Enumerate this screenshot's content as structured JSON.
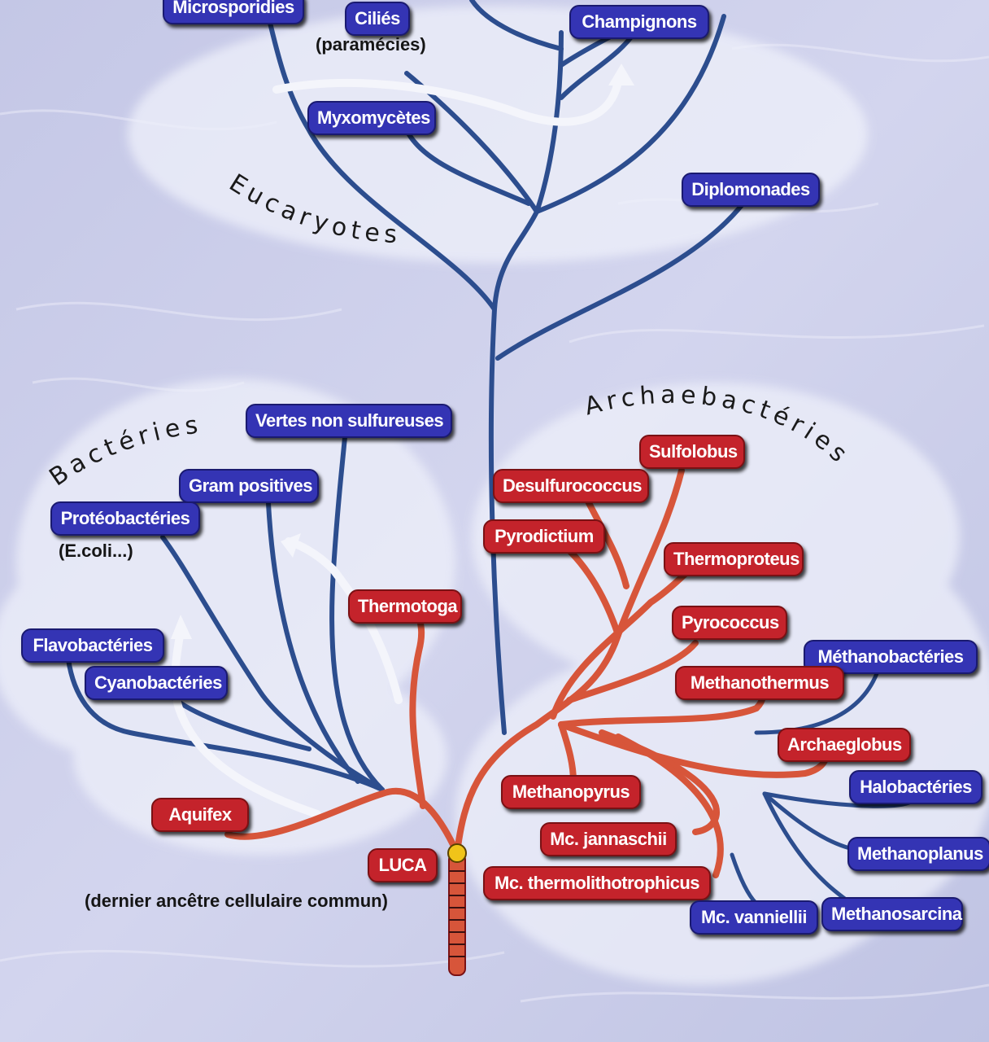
{
  "groups": {
    "eucaryotes": "Eucaryotes",
    "bacteries": "Bactéries",
    "archaebacteries": "Archaebactéries"
  },
  "eucaryotes": {
    "microsporidies": "Microsporidies",
    "cilies": "Ciliés",
    "cilies_note": "(paramécies)",
    "champignons": "Champignons",
    "myxomycetes": "Myxomycètes",
    "diplomonades": "Diplomonades"
  },
  "bacteries": {
    "vertes_non_sulfureuses": "Vertes non sulfureuses",
    "gram_positives": "Gram positives",
    "proteobacteries": "Protéobactéries",
    "proteobacteries_note": "(E.coli...)",
    "thermotoga": "Thermotoga",
    "flavobacteries": "Flavobactéries",
    "cyanobacteries": "Cyanobactéries",
    "aquifex": "Aquifex"
  },
  "root": {
    "luca": "LUCA",
    "luca_note": "(dernier ancêtre cellulaire commun)"
  },
  "archaebacteries": {
    "sulfolobus": "Sulfolobus",
    "desulfurococcus": "Desulfurococcus",
    "pyrodictium": "Pyrodictium",
    "thermoproteus": "Thermoproteus",
    "pyrococcus": "Pyrococcus",
    "methanobacteries": "Méthanobactéries",
    "methanothermus": "Methanothermus",
    "archaeglobus": "Archaeglobus",
    "halobacteries": "Halobactéries",
    "methanopyrus": "Methanopyrus",
    "mc_jannaschii": "Mc. jannaschii",
    "methanoplanus": "Methanoplanus",
    "mc_thermolithotrophicus": "Mc. thermolithotrophicus",
    "mc_vanniellii": "Mc. vanniellii",
    "methanosarcina": "Methanosarcina"
  },
  "colors": {
    "blue_label": "#3434b4",
    "red_label": "#c4232b",
    "blue_branch": "#2c4d8e",
    "red_branch": "#d7553a",
    "luca_node": "#f0c419"
  }
}
